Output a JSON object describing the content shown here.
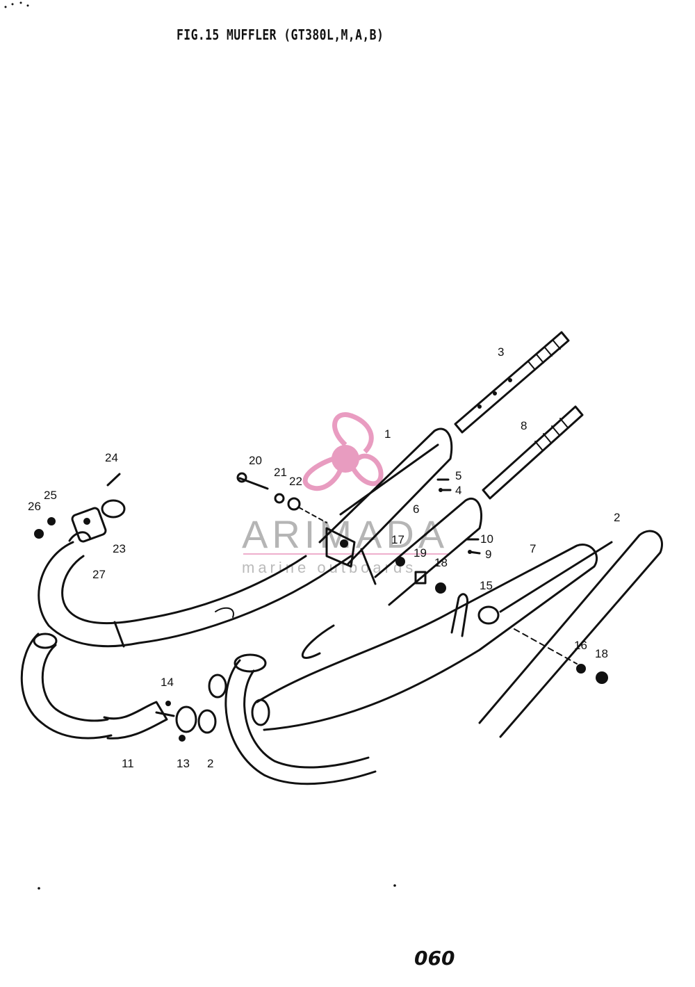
{
  "figure": {
    "title": "FIG.15  MUFFLER (GT380L,M,A,B)",
    "page_number": "060"
  },
  "watermark": {
    "brand": "ARIMADA",
    "tagline": "marine outboards",
    "logo_icon": "propeller-icon",
    "accent_color": "#e58bb6"
  },
  "callouts": [
    "3",
    "8",
    "1",
    "5",
    "4",
    "20",
    "21",
    "22",
    "24",
    "25",
    "26",
    "23",
    "27",
    "6",
    "17",
    "19",
    "18",
    "10",
    "9",
    "2",
    "7",
    "15",
    "16",
    "18",
    "14",
    "11",
    "13",
    "2"
  ]
}
